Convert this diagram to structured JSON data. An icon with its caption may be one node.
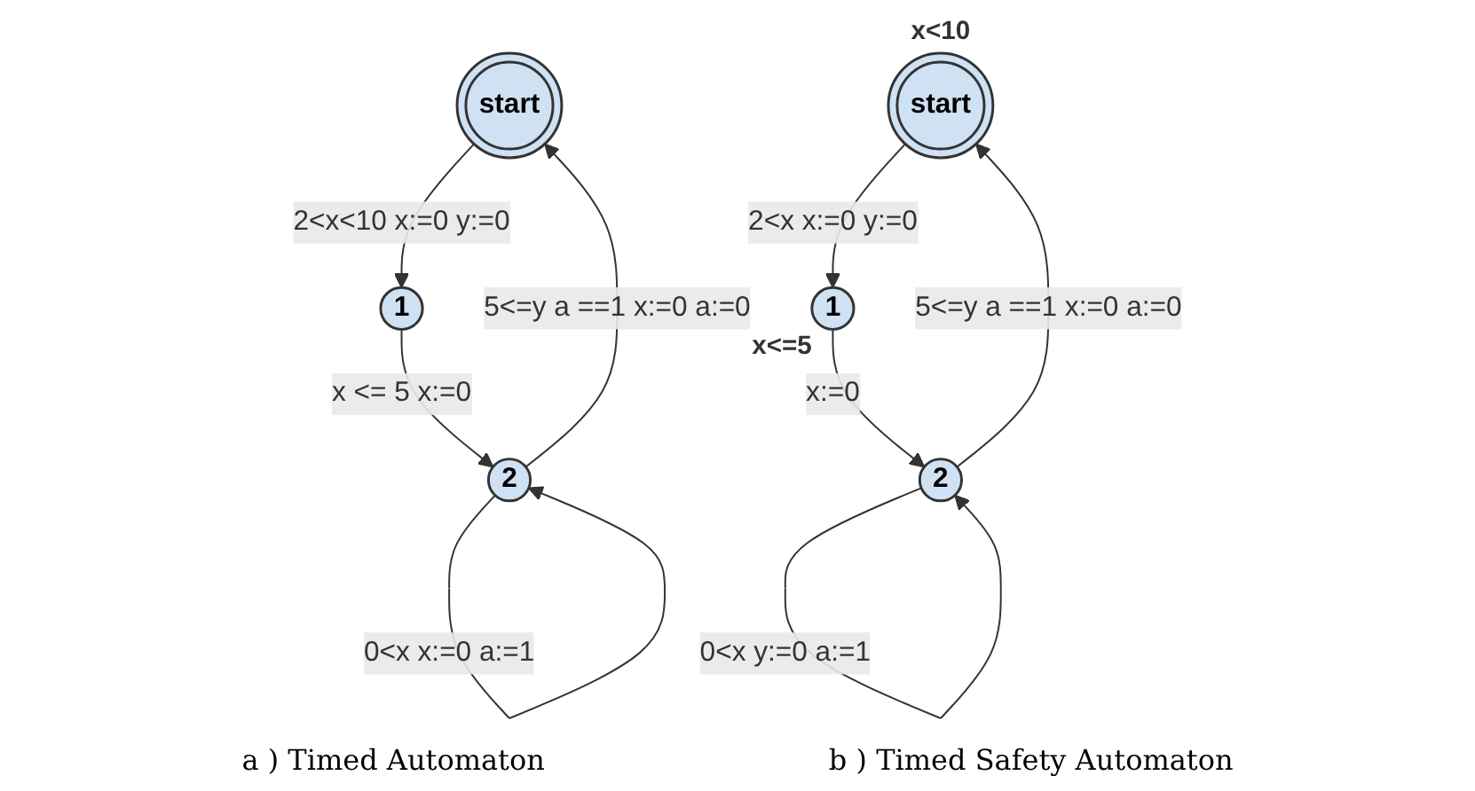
{
  "diagram": {
    "nodes": [
      {
        "text": [
          "start"
        ]
      },
      {
        "text": [
          "1"
        ]
      },
      {
        "text": [
          "2"
        ]
      },
      {
        "text": [
          "start"
        ],
        "beside": [
          "x<10"
        ]
      },
      {
        "text": [
          "1"
        ],
        "beside": [
          "x<=5"
        ]
      },
      {
        "text": [
          "2"
        ]
      }
    ],
    "edges": [
      {
        "from": 0,
        "to": 1,
        "arrow": "to",
        "label": "2<x<10 x:=0 y:=0"
      },
      {
        "from": 1,
        "to": 2,
        "arrow": "to",
        "label": "x <= 5 x:=0"
      },
      {
        "from": 2,
        "to": 0,
        "arrow": "to",
        "label": "5<=y a ==1 x:=0 a:=0"
      },
      {
        "from": 2,
        "to": 2,
        "arrow": "to",
        "label": "0<x x:=0 a:=1"
      },
      {
        "from": 3,
        "to": 4,
        "arrow": "to",
        "label": "2<x x:=0 y:=0"
      },
      {
        "from": 4,
        "to": 5,
        "arrow": "to",
        "label": "x:=0"
      },
      {
        "from": 5,
        "to": 3,
        "arrow": "to",
        "label": "5<=y a ==1 x:=0 a:=0"
      },
      {
        "from": 5,
        "to": 5,
        "arrow": "to",
        "label": "0<x y:=0 a:=1"
      }
    ],
    "labels": [
      "a ) Timed Automaton",
      "b ) Timed Safety Automaton"
    ]
  }
}
